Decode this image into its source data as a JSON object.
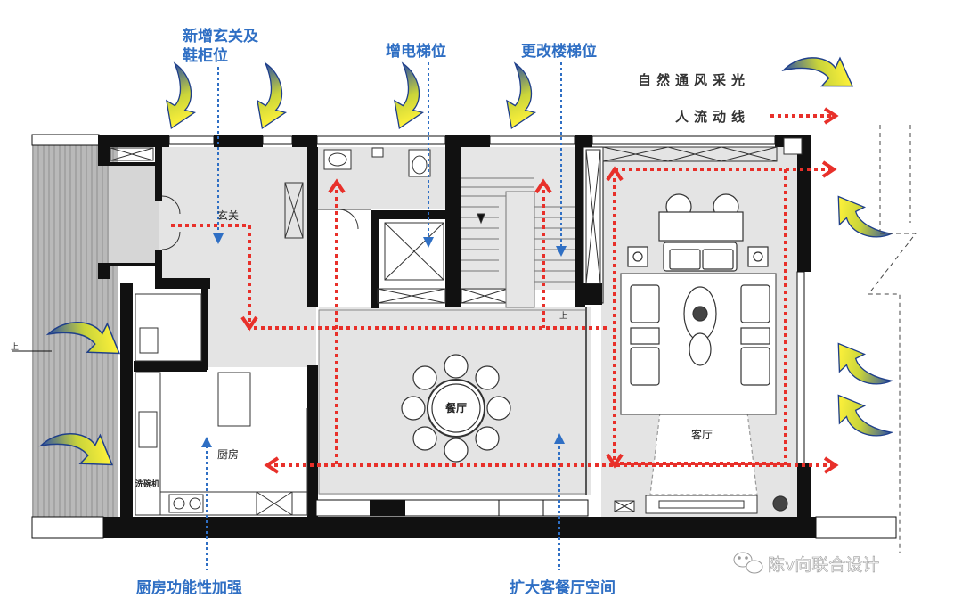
{
  "annotations": {
    "new_entrance_line1": "新增玄关及",
    "new_entrance_line2": "鞋柜位",
    "elevator": "增电梯位",
    "stair_change": "更改楼梯位",
    "kitchen_function": "厨房功能性加强",
    "expand_living": "扩大客餐厅空间"
  },
  "legend": {
    "ventilation": "自然通风采光",
    "circulation": "人流动线"
  },
  "rooms": {
    "entrance": "玄关",
    "dining": "餐厅",
    "kitchen": "厨房",
    "living": "客厅",
    "dishwasher": "洗碗机",
    "up_left": "上",
    "up_stair": "上"
  },
  "watermark": "陈v向联合设计",
  "colors": {
    "annotation_blue": "#2f6fc4",
    "flow_red": "#e8302a",
    "arrow_yellow": "#f3e41a",
    "arrow_blue": "#2c4fa3",
    "wall": "#111111",
    "floor": "#e4e4e4"
  }
}
